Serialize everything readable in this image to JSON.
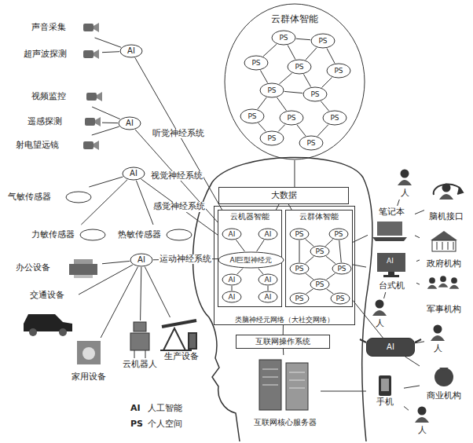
{
  "diagram": {
    "nodes": [
      {
        "text": [
          "云群体智能"
        ]
      },
      {
        "text": [
          "PS"
        ],
        "in": 0
      },
      {
        "text": [
          "PS"
        ],
        "in": 0
      },
      {
        "text": [
          "PS"
        ],
        "in": 0
      },
      {
        "text": [
          "PS"
        ],
        "in": 0
      },
      {
        "text": [
          "PS"
        ],
        "in": 0
      },
      {
        "text": [
          "PS"
        ],
        "in": 0
      },
      {
        "text": [
          "PS"
        ],
        "in": 0
      },
      {
        "text": [
          "PS"
        ],
        "in": 0
      },
      {
        "text": [
          "PS"
        ],
        "in": 0
      },
      {
        "text": [
          "PS"
        ],
        "in": 0
      },
      {
        "text": [
          "PS"
        ],
        "in": 0
      },
      {
        "text": [
          "PS"
        ],
        "in": 0
      },
      {
        "text": [
          "大数据"
        ]
      },
      {
        "text": [
          "类脑神经元网络（大社交网络）"
        ]
      },
      {
        "text": [
          "云机器智能"
        ],
        "in": 14
      },
      {
        "text": [
          "AI巨型神经元"
        ],
        "in": 15
      },
      {
        "text": [
          "AI"
        ],
        "in": 15
      },
      {
        "text": [
          "AI"
        ],
        "in": 15
      },
      {
        "text": [
          "AI"
        ],
        "in": 15
      },
      {
        "text": [
          "AI"
        ],
        "in": 15
      },
      {
        "text": [
          "AI"
        ],
        "in": 15
      },
      {
        "text": [
          "AI"
        ],
        "in": 15
      },
      {
        "text": [
          "云群体智能"
        ],
        "in": 14
      },
      {
        "text": [
          "PS"
        ],
        "in": 23
      },
      {
        "text": [
          "PS"
        ],
        "in": 23
      },
      {
        "text": [
          "PS"
        ],
        "in": 23
      },
      {
        "text": [
          "PS"
        ],
        "in": 23
      },
      {
        "text": [
          "PS"
        ],
        "in": 23
      },
      {
        "text": [
          "PS"
        ],
        "in": 23
      },
      {
        "text": [
          "PS"
        ],
        "in": 23
      },
      {
        "text": [
          "PS"
        ],
        "in": 23
      },
      {
        "text": [
          "互联网操作系统"
        ]
      },
      {
        "text": [
          "互联网核心服务器"
        ]
      },
      {
        "text": [
          "声音采集"
        ]
      },
      {
        "text": [
          "超声波探测"
        ]
      },
      {
        "text": [
          "AI"
        ]
      },
      {
        "text": [
          "视频监控"
        ]
      },
      {
        "text": [
          "遥感探测"
        ]
      },
      {
        "text": [
          "射电望远镜"
        ]
      },
      {
        "text": [
          "AI"
        ]
      },
      {
        "text": [
          "气敏传感器"
        ]
      },
      {
        "text": [
          "力敏传感器"
        ]
      },
      {
        "text": [
          "热敏传感器"
        ]
      },
      {
        "text": [
          "AI"
        ]
      },
      {
        "text": [
          "办公设备"
        ]
      },
      {
        "text": [
          "交通设备"
        ]
      },
      {
        "text": [
          "家用设备"
        ]
      },
      {
        "text": [
          "云机器人"
        ]
      },
      {
        "text": [
          "生产设备"
        ]
      },
      {
        "text": [
          "AI"
        ]
      },
      {
        "text": [
          "笔记本"
        ]
      },
      {
        "text": [
          "人"
        ]
      },
      {
        "text": [
          "脑机接口"
        ]
      },
      {
        "text": [
          "政府机构"
        ]
      },
      {
        "text": [
          "台式机"
        ]
      },
      {
        "text": [
          "人"
        ]
      },
      {
        "text": [
          "军事机构"
        ]
      },
      {
        "text": [
          "AI"
        ]
      },
      {
        "text": [
          "人"
        ]
      },
      {
        "text": [
          "商业机构"
        ]
      },
      {
        "text": [
          "手机"
        ]
      },
      {
        "text": [
          "人"
        ]
      }
    ],
    "edges": [
      {
        "from": 1,
        "to": 2,
        "arrow": "none"
      },
      {
        "from": 1,
        "to": 3,
        "arrow": "none"
      },
      {
        "from": 1,
        "to": 4,
        "arrow": "none"
      },
      {
        "from": 2,
        "to": 4,
        "arrow": "none"
      },
      {
        "from": 2,
        "to": 5,
        "arrow": "none"
      },
      {
        "from": 3,
        "to": 6,
        "arrow": "none"
      },
      {
        "from": 4,
        "to": 7,
        "arrow": "none"
      },
      {
        "from": 5,
        "to": 7,
        "arrow": "none"
      },
      {
        "from": 6,
        "to": 7,
        "arrow": "none"
      },
      {
        "from": 6,
        "to": 8,
        "arrow": "none"
      },
      {
        "from": 6,
        "to": 9,
        "arrow": "none"
      },
      {
        "from": 7,
        "to": 10,
        "arrow": "none"
      },
      {
        "from": 8,
        "to": 11,
        "arrow": "none"
      },
      {
        "from": 9,
        "to": 11,
        "arrow": "none"
      },
      {
        "from": 9,
        "to": 12,
        "arrow": "none"
      },
      {
        "from": 10,
        "to": 12,
        "arrow": "none"
      },
      {
        "from": 4,
        "to": 6,
        "arrow": "none"
      },
      {
        "from": 24,
        "to": 26,
        "arrow": "none"
      },
      {
        "from": 25,
        "to": 26,
        "arrow": "none"
      },
      {
        "from": 26,
        "to": 27,
        "arrow": "none"
      },
      {
        "from": 26,
        "to": 28,
        "arrow": "none"
      },
      {
        "from": 27,
        "to": 29,
        "arrow": "none"
      },
      {
        "from": 28,
        "to": 29,
        "arrow": "none"
      },
      {
        "from": 29,
        "to": 30,
        "arrow": "none"
      },
      {
        "from": 29,
        "to": 31,
        "arrow": "none"
      },
      {
        "from": 24,
        "to": 27,
        "arrow": "none"
      },
      {
        "from": 25,
        "to": 28,
        "arrow": "none"
      },
      {
        "from": 17,
        "to": 16,
        "arrow": "none"
      },
      {
        "from": 18,
        "to": 16,
        "arrow": "none"
      },
      {
        "from": 19,
        "to": 16,
        "arrow": "none"
      },
      {
        "from": 20,
        "to": 16,
        "arrow": "none"
      },
      {
        "from": 19,
        "to": 21,
        "arrow": "none"
      },
      {
        "from": 20,
        "to": 22,
        "arrow": "none"
      },
      {
        "from": 34,
        "to": 36,
        "arrow": "none"
      },
      {
        "from": 35,
        "to": 36,
        "arrow": "none"
      },
      {
        "from": 37,
        "to": 40,
        "arrow": "none"
      },
      {
        "from": 38,
        "to": 40,
        "arrow": "none"
      },
      {
        "from": 39,
        "to": 40,
        "arrow": "none"
      },
      {
        "from": 41,
        "to": 44,
        "arrow": "none"
      },
      {
        "from": 42,
        "to": 44,
        "arrow": "none"
      },
      {
        "from": 43,
        "to": 44,
        "arrow": "none"
      },
      {
        "from": 45,
        "to": 50,
        "arrow": "none"
      },
      {
        "from": 46,
        "to": 50,
        "arrow": "none"
      },
      {
        "from": 47,
        "to": 50,
        "arrow": "none"
      },
      {
        "from": 48,
        "to": 50,
        "arrow": "none"
      },
      {
        "from": 49,
        "to": 50,
        "arrow": "none"
      },
      {
        "from": 36,
        "to": 15,
        "label": "听觉神经系统",
        "arrow": "none"
      },
      {
        "from": 40,
        "to": 15,
        "label": "视觉神经系统",
        "arrow": "none"
      },
      {
        "from": 44,
        "to": 15,
        "label": "感觉神经系统",
        "arrow": "none"
      },
      {
        "from": 50,
        "to": 15,
        "label": "运动神经系统",
        "arrow": "none"
      },
      {
        "from": 0,
        "to": 13,
        "arrow": "none"
      },
      {
        "from": 13,
        "to": 15,
        "arrow": "none"
      },
      {
        "from": 13,
        "to": 23,
        "arrow": "none"
      },
      {
        "from": 14,
        "to": 32,
        "arrow": "none"
      },
      {
        "from": 32,
        "to": 33,
        "arrow": "none"
      },
      {
        "from": 51,
        "to": 23,
        "arrow": "none"
      },
      {
        "from": 55,
        "to": 23,
        "arrow": "none"
      },
      {
        "from": 58,
        "to": 23,
        "arrow": "none"
      },
      {
        "from": 61,
        "to": 33,
        "arrow": "none"
      },
      {
        "from": 52,
        "to": 51,
        "arrow": "none"
      },
      {
        "from": 53,
        "to": 51,
        "arrow": "none"
      },
      {
        "from": 51,
        "to": 54,
        "arrow": "none"
      },
      {
        "from": 55,
        "to": 54,
        "arrow": "none"
      },
      {
        "from": 56,
        "to": 55,
        "arrow": "none"
      },
      {
        "from": 55,
        "to": 57,
        "arrow": "none"
      },
      {
        "from": 59,
        "to": 58,
        "arrow": "none"
      },
      {
        "from": 58,
        "to": 60,
        "arrow": "none"
      },
      {
        "from": 61,
        "to": 60,
        "arrow": "none"
      },
      {
        "from": 61,
        "to": 62,
        "arrow": "none"
      }
    ],
    "labels": [
      "AI",
      "AI",
      "人工智能",
      "PS",
      "个人空间"
    ]
  }
}
